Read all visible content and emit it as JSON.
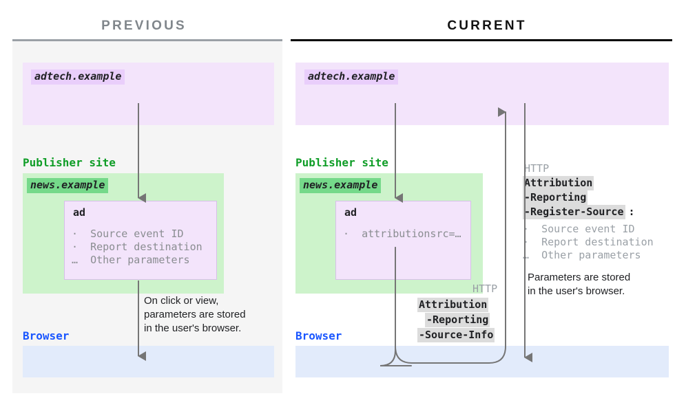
{
  "panels": {
    "previous": {
      "title": "PREVIOUS",
      "adtech_chip": "adtech.example",
      "publisher_label": "Publisher site",
      "news_chip": "news.example",
      "ad_card": {
        "title": "ad",
        "items": "·  Source event ID\n·  Report destination\n…  Other parameters"
      },
      "browser_label": "Browser",
      "note": "On click or view,\nparameters are stored\nin the user's browser."
    },
    "current": {
      "title": "CURRENT",
      "adtech_chip": "adtech.example",
      "publisher_label": "Publisher site",
      "news_chip": "news.example",
      "ad_card": {
        "title": "ad",
        "items": "·  attributionsrc=…"
      },
      "browser_label": "Browser",
      "note": "Parameters are stored\nin the user's browser.",
      "request_callout": {
        "protocol": "HTTP",
        "header_lines": [
          "Attribution",
          "-Reporting",
          "-Source-Info"
        ]
      },
      "response_callout": {
        "protocol": "HTTP",
        "header_lines": [
          "Attribution",
          "-Reporting",
          "-Register-Source"
        ],
        "colon": ":",
        "bullets": "·  Source event ID\n·  Report destination\n…  Other parameters"
      }
    }
  },
  "colors": {
    "purple_zone": "#f3e4fb",
    "purple_chip": "#e9cefb",
    "green_zone": "#cdf3cb",
    "green_chip": "#75d98a",
    "green_text": "#0f9d27",
    "blue_zone": "#e2ebfb",
    "blue_text": "#1a56ff",
    "panel_bg": "#f5f5f5",
    "arrow": "#757575",
    "highlight": "#dcdcdc",
    "title_previous": "#80868b",
    "title_current": "#111111"
  },
  "icons": {
    "arrow_down": "arrow-down-icon",
    "arrow_up": "arrow-up-icon",
    "connector": "curved-connector-icon"
  }
}
